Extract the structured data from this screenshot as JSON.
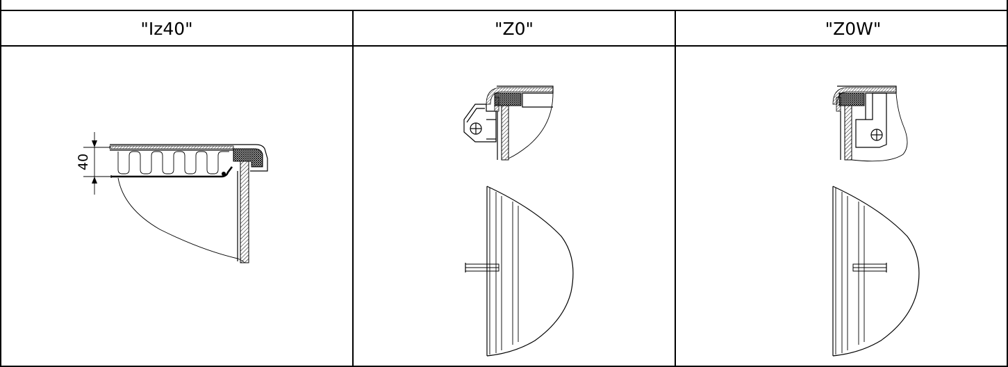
{
  "table": {
    "headers": [
      "\"Iz40\"",
      "\"Z0\"",
      "\"Z0W\""
    ]
  },
  "columns": [
    {
      "dimension_label": "40"
    },
    {},
    {}
  ]
}
